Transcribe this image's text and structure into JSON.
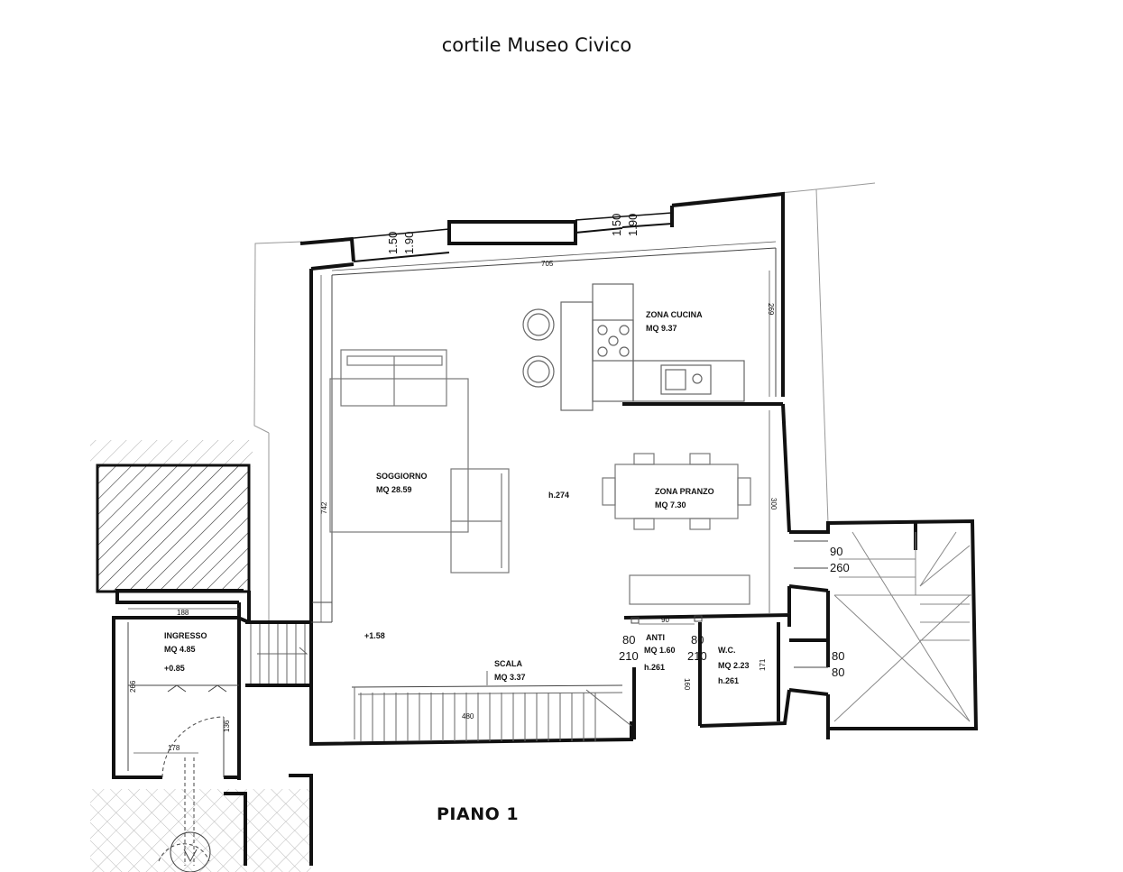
{
  "header": {
    "courtyard_label": "cortile Museo Civico"
  },
  "footer": {
    "floor_label": "PIANO 1"
  },
  "rooms": {
    "cucina": {
      "name": "ZONA CUCINA",
      "area": "MQ 9.37"
    },
    "soggiorno": {
      "name": "SOGGIORNO",
      "area": "MQ 28.59",
      "height": "h.274"
    },
    "pranzo": {
      "name": "ZONA PRANZO",
      "area": "MQ 7.30"
    },
    "ingresso": {
      "name": "INGRESSO",
      "area": "MQ 4.85",
      "level": "+0.85"
    },
    "scala": {
      "name": "SCALA",
      "area": "MQ 3.37",
      "level": "+1.58"
    },
    "anti": {
      "name": "ANTI",
      "area": "MQ 1.60",
      "height": "h.261"
    },
    "wc": {
      "name": "W.C.",
      "area": "MQ 2.23",
      "height": "h.261"
    }
  },
  "dimensions": {
    "top_width": "705",
    "left_height": "742",
    "cucina_depth": "269",
    "pranzo_depth": "300",
    "ingresso_width": "188",
    "ingresso_depth": "266",
    "ingresso_bottom": "178",
    "ingresso_door": "136",
    "anti_width": "90",
    "anti_depth": "160",
    "wc_depth": "171",
    "stair_length": "480"
  },
  "openings": {
    "window_1_sill": "1.50",
    "window_1_head": "1.90",
    "window_2_sill": "1.50",
    "window_2_head": "1.90",
    "anti_door_width": "80",
    "anti_door_height": "210",
    "wc_door_width": "80",
    "wc_door_height": "210",
    "stair_door_width": "90",
    "stair_door_height": "260",
    "right_door_width": "80",
    "right_door_height": "80"
  }
}
